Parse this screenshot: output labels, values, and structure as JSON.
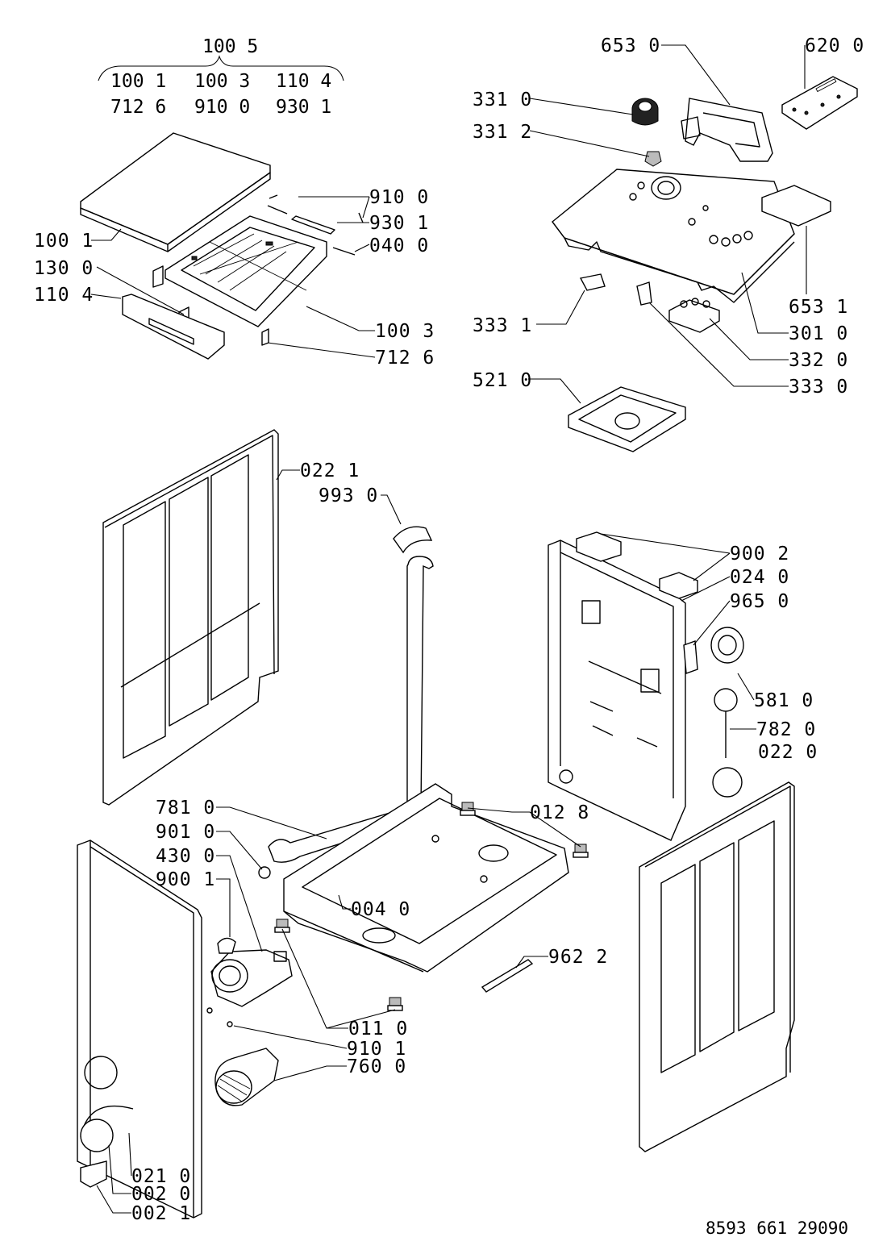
{
  "header": {
    "group_label": "100 5",
    "group_row1": [
      "100 1",
      "100 3",
      "110 4"
    ],
    "group_row2": [
      "712 6",
      "910 0",
      "930 1"
    ]
  },
  "parts": {
    "p6530": "653 0",
    "p6200": "620 0",
    "p3310": "331 0",
    "p3312": "331 2",
    "p9100": "910 0",
    "p9301": "930 1",
    "p0400": "040 0",
    "p1001": "100 1",
    "p1300": "130 0",
    "p1104": "110 4",
    "p6531": "653 1",
    "p1003": "100 3",
    "p3331": "333 1",
    "p3010": "301 0",
    "p7126": "712 6",
    "p3320": "332 0",
    "p5210": "521 0",
    "p3330": "333 0",
    "p0221": "022 1",
    "p9930": "993 0",
    "p9002": "900 2",
    "p0240": "024 0",
    "p9650": "965 0",
    "p5810": "581 0",
    "p7820": "782 0",
    "p0220": "022 0",
    "p7810": "781 0",
    "p0128": "012 8",
    "p9010": "901 0",
    "p4300": "430 0",
    "p9001": "900 1",
    "p0040": "004 0",
    "p9622": "962 2",
    "p0110": "011 0",
    "p9101": "910 1",
    "p7600": "760 0",
    "p0210": "021 0",
    "p0020": "002 0",
    "p0021": "002 1"
  },
  "footer": {
    "document_number": "8593 661 29090"
  }
}
